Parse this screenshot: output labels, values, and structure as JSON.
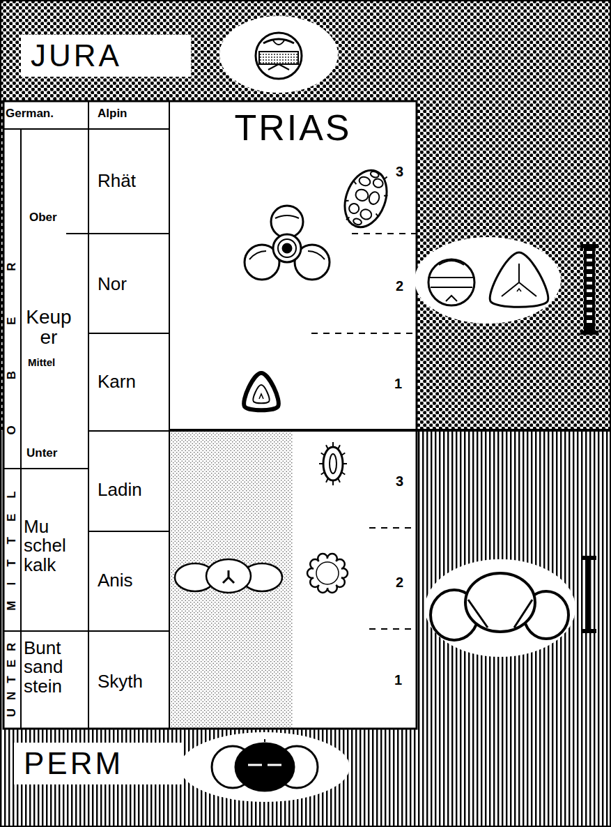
{
  "diagram": {
    "nodes": [
      {
        "text": [
          "JURA"
        ]
      },
      {
        "text": [
          "TRIAS"
        ]
      },
      {
        "text": [
          "PERM"
        ]
      }
    ],
    "labels": [
      "German.",
      "Alpin",
      "Rhät",
      "Ober",
      "Nor",
      "OBER",
      "Keup er",
      "Mittel",
      "Karn",
      "Unter",
      "Ladin",
      "Mu schel kalk",
      "MITTEL",
      "Anis",
      "UNTER",
      "Bunt sand stein",
      "Skyth",
      "3",
      "2",
      "1",
      "3",
      "2",
      "1"
    ]
  }
}
